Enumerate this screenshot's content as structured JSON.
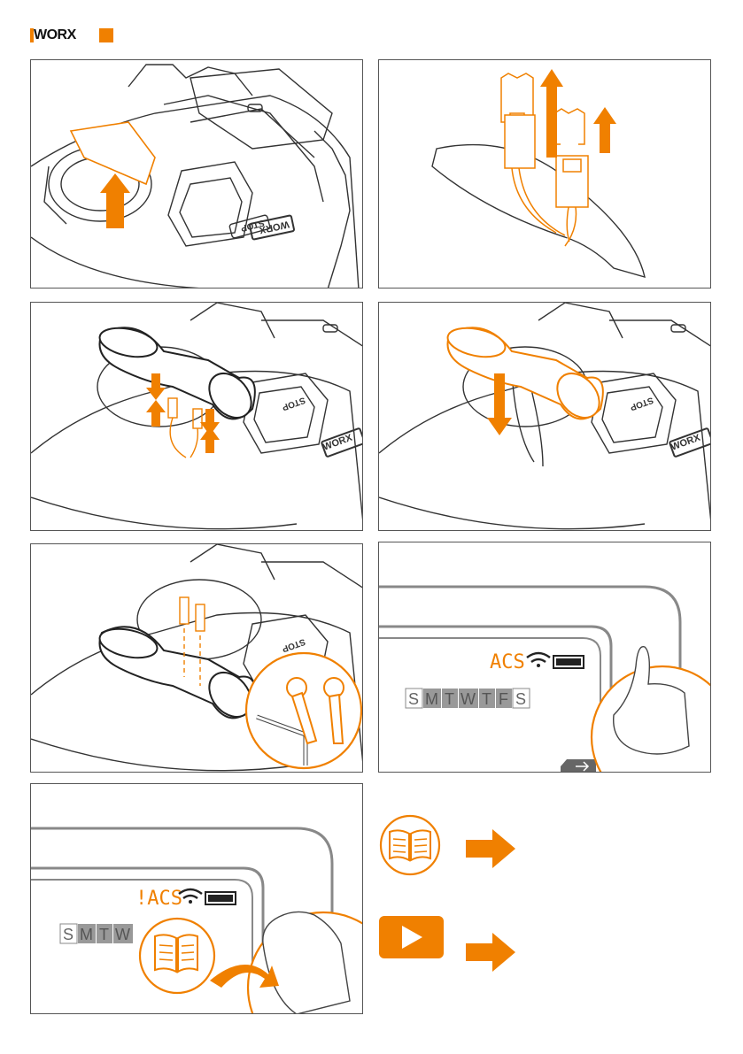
{
  "brand": {
    "logo_text": "WORX",
    "accent": "#f08000"
  },
  "panels": {
    "p1": {
      "stop_label": "STOP",
      "badge_label": "WORX"
    },
    "p3": {
      "stop_label": "STOP",
      "badge_label": "WORX"
    },
    "p4": {
      "stop_label": "STOP",
      "badge_label": "WORX"
    },
    "p5": {
      "stop_label": "STOP"
    },
    "p6": {
      "status": "ACS",
      "days": [
        "S",
        "M",
        "T",
        "W",
        "T",
        "F",
        "S"
      ]
    },
    "p7": {
      "status": "!ACS",
      "days": [
        "S",
        "M",
        "T",
        "W"
      ]
    }
  },
  "icons": {
    "manual": "open-book-icon",
    "video": "play-icon",
    "arrow": "right-arrow-icon"
  }
}
